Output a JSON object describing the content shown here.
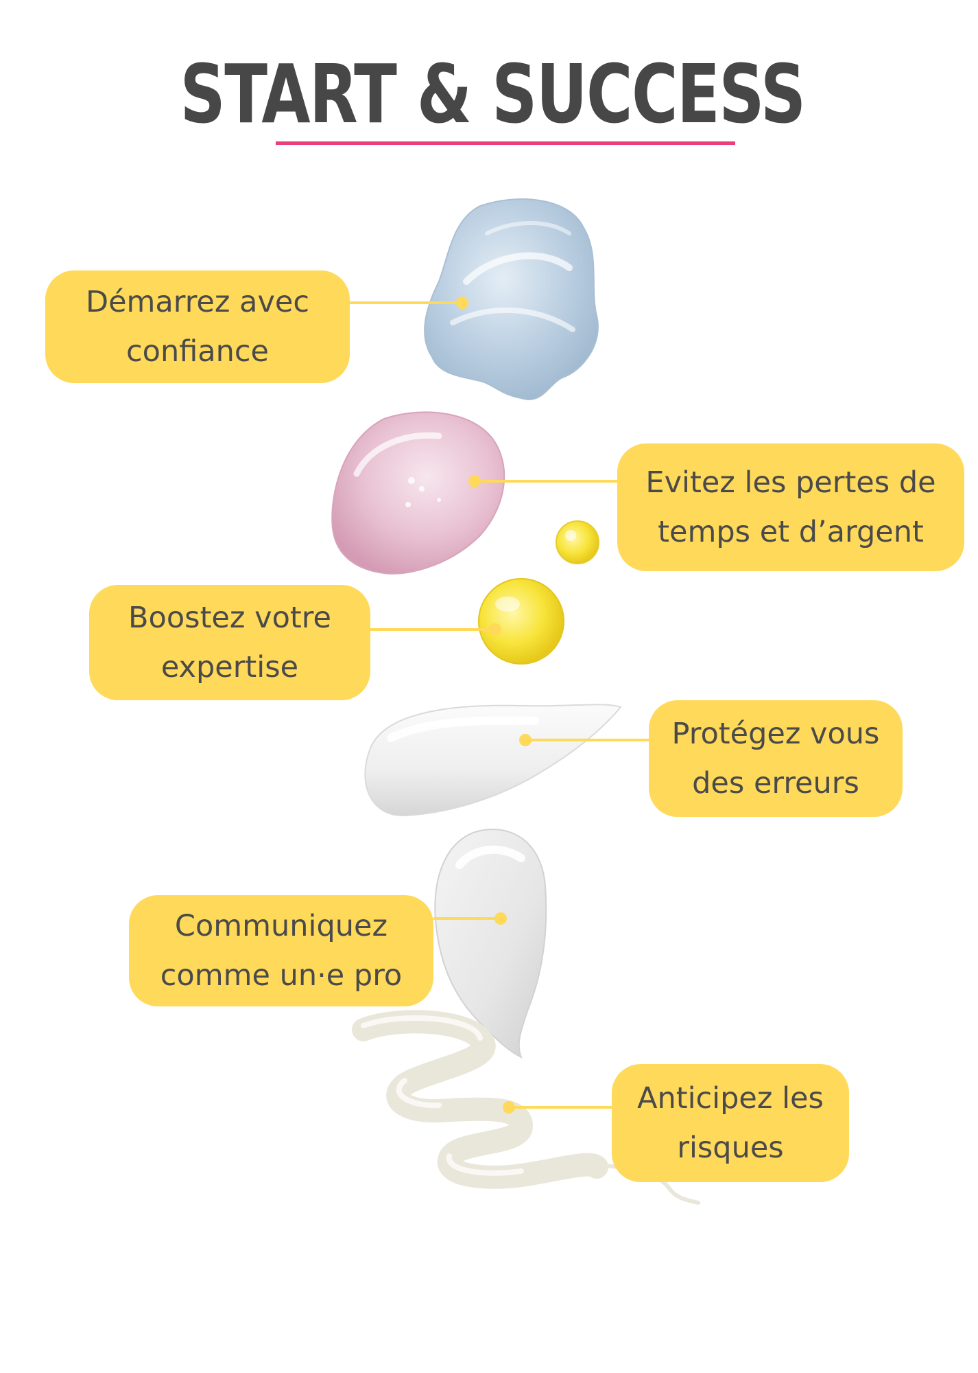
{
  "title": "START & SUCCESS",
  "colors": {
    "title_text": "#474747",
    "underline": "#ea3f7d",
    "callout_bg": "#ffd95a",
    "callout_text": "#4a4a4a",
    "connector": "#ffd95a"
  },
  "callouts": [
    {
      "text": "Démarrez avec\nconfiance",
      "swatch": "blue-gel-swatch"
    },
    {
      "text": "Evitez les pertes de\ntemps et d’argent",
      "swatch": "pink-gel-swatch"
    },
    {
      "text": "Boostez votre\nexpertise",
      "swatch": "yellow-oil-drop"
    },
    {
      "text": "Protégez vous\ndes erreurs",
      "swatch": "white-cream-smear"
    },
    {
      "text": "Communiquez\ncomme un·e pro",
      "swatch": "white-cream-dollop"
    },
    {
      "text": "Anticipez les\nrisques",
      "swatch": "cream-zigzag-line"
    }
  ]
}
